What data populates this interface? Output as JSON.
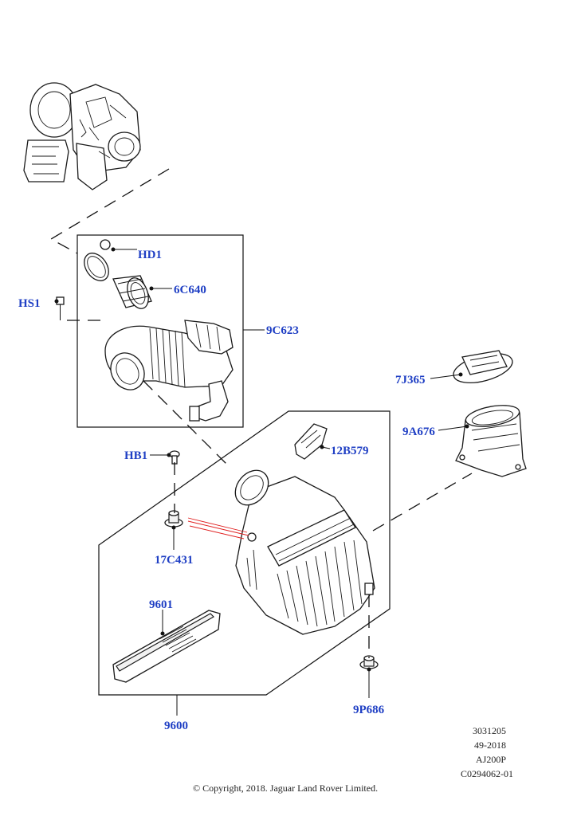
{
  "callouts": {
    "hd1": "HD1",
    "c6c640": "6C640",
    "hs1": "HS1",
    "c9c623": "9C623",
    "c7j365": "7J365",
    "c9a676": "9A676",
    "hb1": "HB1",
    "c12b579": "12B579",
    "c17c431": "17C431",
    "c9601": "9601",
    "c9600": "9600",
    "c9p686": "9P686"
  },
  "meta": {
    "line1": "3031205",
    "line2": "49-2018",
    "line3": "AJ200P",
    "line4": "C0294062-01"
  },
  "copyright": "© Copyright, 2018. Jaguar Land Rover Limited.",
  "colors": {
    "callout": "#1f3fc4",
    "leader": "#111111",
    "highlight": "#e02020"
  }
}
